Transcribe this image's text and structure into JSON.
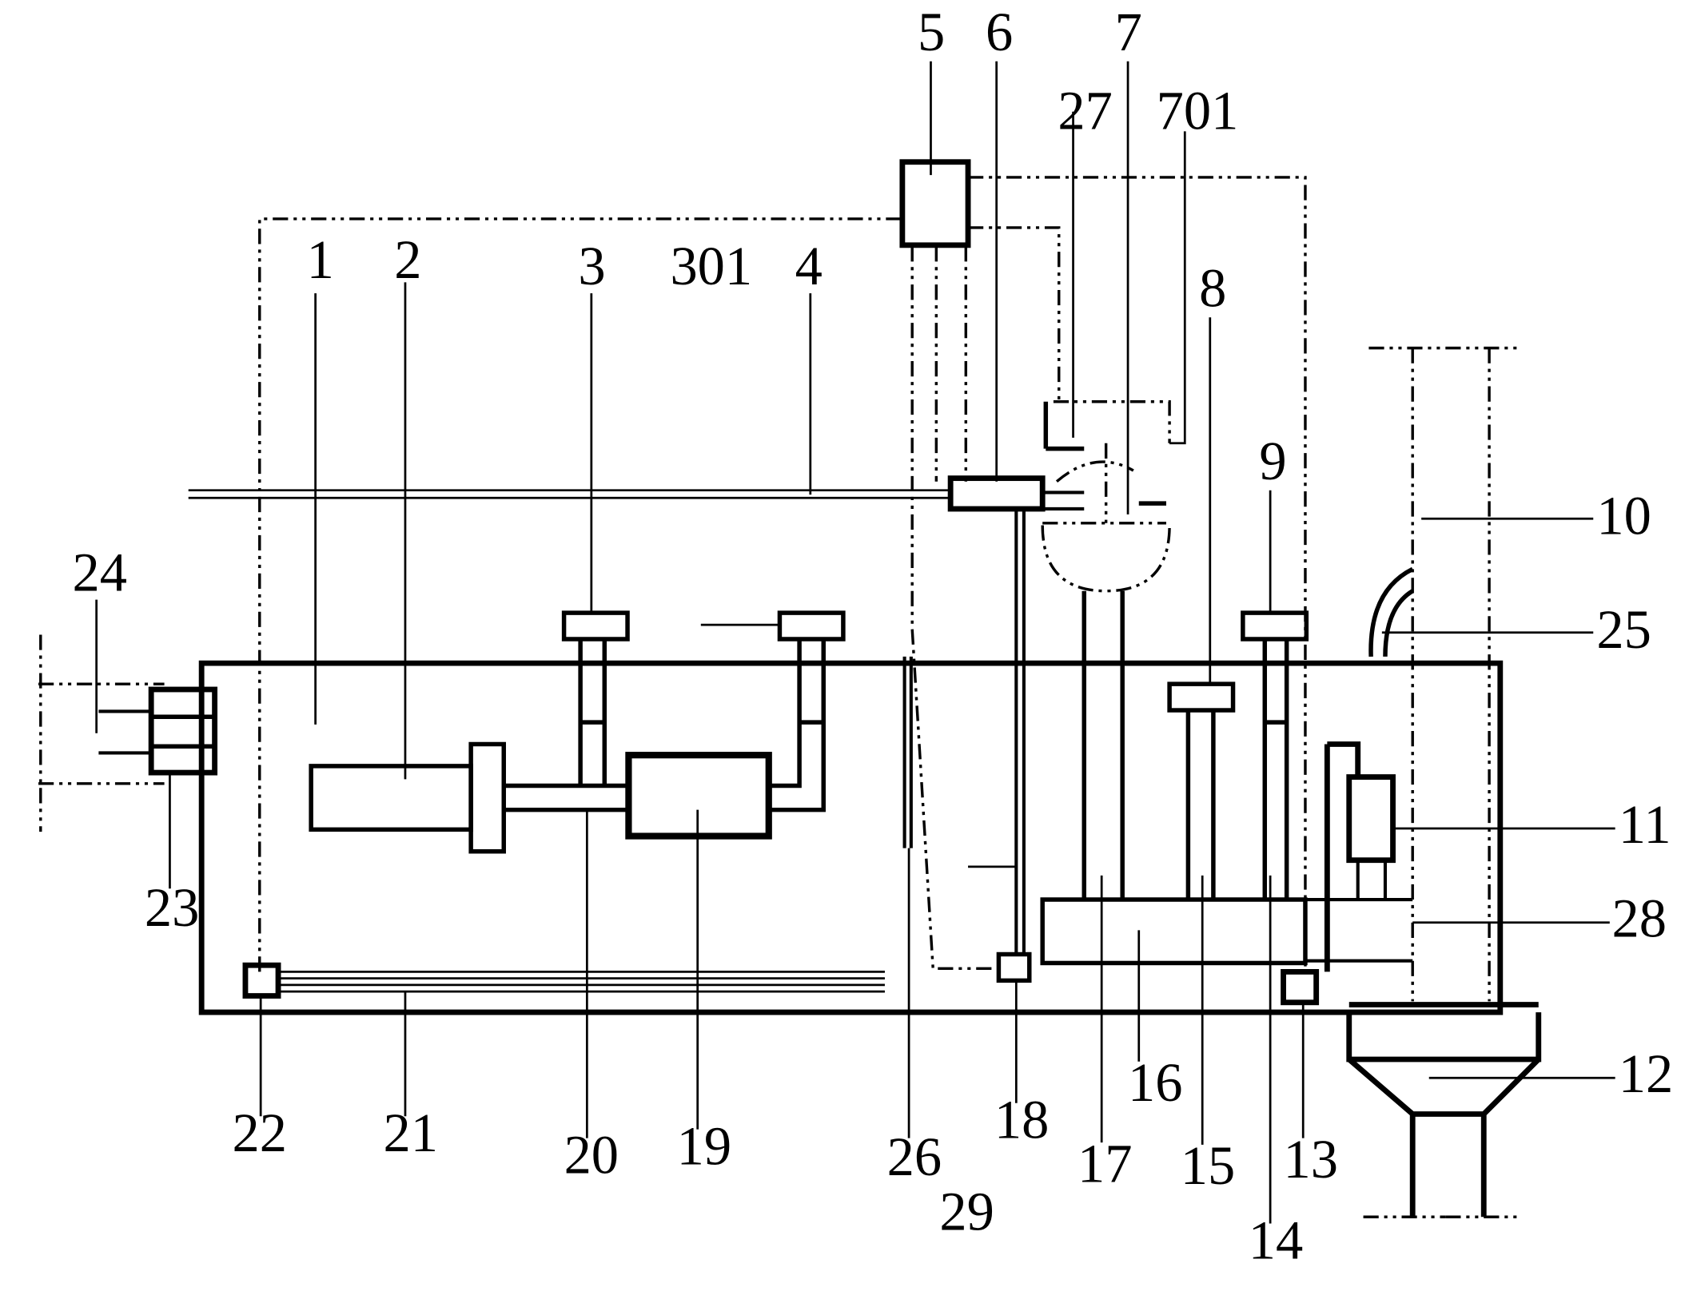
{
  "diagram": {
    "labels": {
      "l1": "1",
      "l2": "2",
      "l3": "3",
      "l4": "4",
      "l5": "5",
      "l6": "6",
      "l7": "7",
      "l8": "8",
      "l9": "9",
      "l10": "10",
      "l11": "11",
      "l12": "12",
      "l13": "13",
      "l14": "14",
      "l15": "15",
      "l16": "16",
      "l17": "17",
      "l18": "18",
      "l19": "19",
      "l20": "20",
      "l21": "21",
      "l22": "22",
      "l23": "23",
      "l24": "24",
      "l25": "25",
      "l26": "26",
      "l27": "27",
      "l28": "28",
      "l29": "29",
      "l301": "301",
      "l701": "701"
    }
  }
}
